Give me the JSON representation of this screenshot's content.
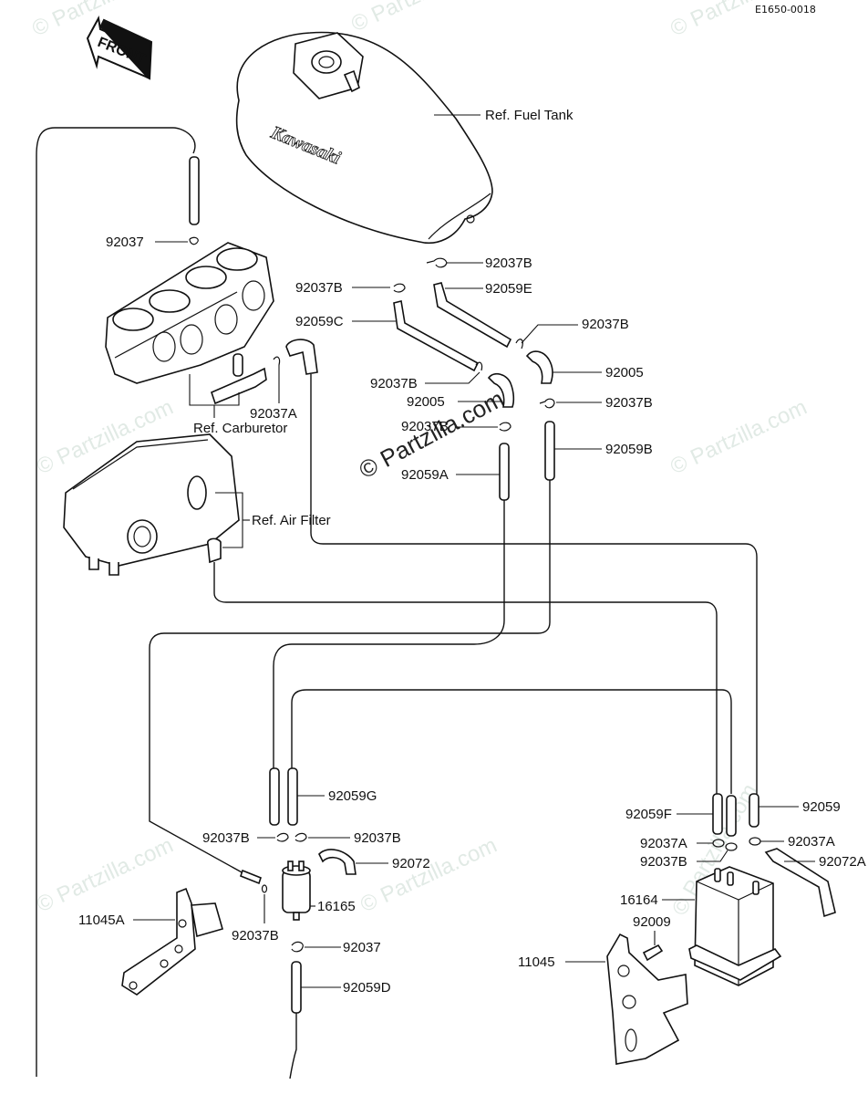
{
  "diagram_code": "E1650-0018",
  "front_indicator": "FRONT",
  "brand_on_tank": "Kawasaki",
  "watermark_text": "© Partzilla.com",
  "references": {
    "fuel_tank": "Ref. Fuel Tank",
    "carburetor": "Ref. Carburetor",
    "air_filter": "Ref. Air Filter"
  },
  "callouts": [
    {
      "id": "c-92037-top",
      "part": "92037"
    },
    {
      "id": "c-92037b-tank",
      "part": "92037B"
    },
    {
      "id": "c-92059e",
      "part": "92059E"
    },
    {
      "id": "c-92037b-left",
      "part": "92037B"
    },
    {
      "id": "c-92059c",
      "part": "92059C"
    },
    {
      "id": "c-92037b-right1",
      "part": "92037B"
    },
    {
      "id": "c-92005-right",
      "part": "92005"
    },
    {
      "id": "c-92037b-mid",
      "part": "92037B"
    },
    {
      "id": "c-92005-mid",
      "part": "92005"
    },
    {
      "id": "c-92037b-right2",
      "part": "92037B"
    },
    {
      "id": "c-92037b-mid2",
      "part": "92037B"
    },
    {
      "id": "c-92059a",
      "part": "92059A"
    },
    {
      "id": "c-92059b",
      "part": "92059B"
    },
    {
      "id": "c-92037a-carb",
      "part": "92037A"
    },
    {
      "id": "c-92059g",
      "part": "92059G"
    },
    {
      "id": "c-92037b-g-left",
      "part": "92037B"
    },
    {
      "id": "c-92037b-g-right",
      "part": "92037B"
    },
    {
      "id": "c-92072",
      "part": "92072"
    },
    {
      "id": "c-16165",
      "part": "16165"
    },
    {
      "id": "c-11045a",
      "part": "11045A"
    },
    {
      "id": "c-92037b-filter",
      "part": "92037B"
    },
    {
      "id": "c-92037-bottom",
      "part": "92037"
    },
    {
      "id": "c-92059d",
      "part": "92059D"
    },
    {
      "id": "c-92059f",
      "part": "92059F"
    },
    {
      "id": "c-92059",
      "part": "92059"
    },
    {
      "id": "c-92037a-can-left",
      "part": "92037A"
    },
    {
      "id": "c-92037a-can-right",
      "part": "92037A"
    },
    {
      "id": "c-92037b-can",
      "part": "92037B"
    },
    {
      "id": "c-92072a",
      "part": "92072A"
    },
    {
      "id": "c-16164",
      "part": "16164"
    },
    {
      "id": "c-92009",
      "part": "92009"
    },
    {
      "id": "c-11045",
      "part": "11045"
    }
  ]
}
